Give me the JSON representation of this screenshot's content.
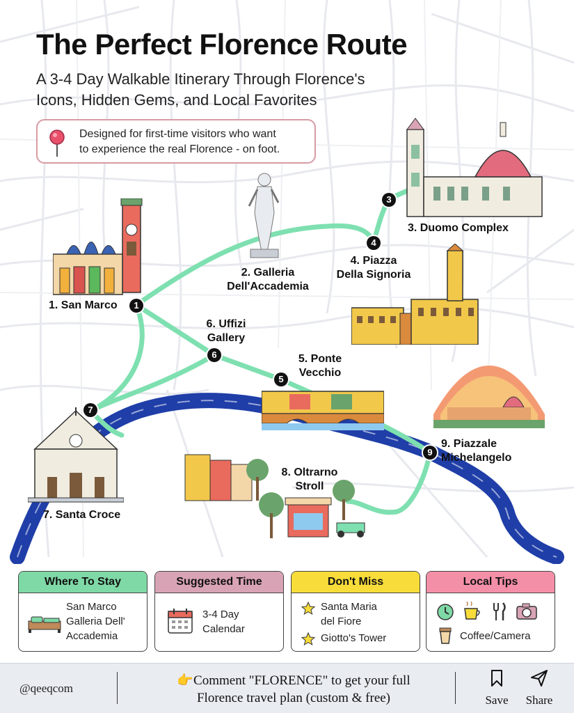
{
  "header": {
    "title": "The Perfect Florence Route",
    "subtitle_line1": "A 3-4 Day Walkable Itinerary Through Florence's",
    "subtitle_line2": "Icons, Hidden Gems, and Local Favorites",
    "note_line1": "Designed for first-time visitors who want",
    "note_line2": "to experience the real Florence - on foot."
  },
  "stops": [
    {
      "number": "1",
      "label_line1": "1. San Marco",
      "label_line2": ""
    },
    {
      "number": "2",
      "label_line1": "2. Galleria",
      "label_line2": "Dell'Accademia"
    },
    {
      "number": "3",
      "label_line1": "3. Duomo Complex",
      "label_line2": ""
    },
    {
      "number": "4",
      "label_line1": "4. Piazza",
      "label_line2": "Della Signoria"
    },
    {
      "number": "5",
      "label_line1": "5. Ponte",
      "label_line2": "Vecchio"
    },
    {
      "number": "6",
      "label_line1": "6. Uffizi",
      "label_line2": "Gallery"
    },
    {
      "number": "7",
      "label_line1": "7. Santa Croce",
      "label_line2": ""
    },
    {
      "number": "8",
      "label_line1": "8. Oltrarno",
      "label_line2": "Stroll"
    },
    {
      "number": "9",
      "label_line1": "9. Piazzale",
      "label_line2": "Michelangelo"
    }
  ],
  "cards": {
    "stay": {
      "title": "Where To Stay",
      "line1": "San Marco",
      "line2": "Galleria Dell'",
      "line3": "Accademia",
      "color": "#7fd9a6"
    },
    "time": {
      "title": "Suggested Time",
      "line1": "3-4 Day",
      "line2": "Calendar",
      "color": "#d9a3b6"
    },
    "miss": {
      "title": "Don't Miss",
      "item1_line1": "Santa Maria",
      "item1_line2": "del Fiore",
      "item2": "Giotto's Tower",
      "color": "#f7dc3a"
    },
    "tips": {
      "title": "Local Tips",
      "line1": "Coffee/Camera",
      "color": "#f48fa8"
    }
  },
  "footer": {
    "handle": "@qeeqcom",
    "cta_line1": "👉Comment \"FLORENCE\" to get your full",
    "cta_line2": "Florence travel plan (custom & free)",
    "save_label": "Save",
    "share_label": "Share"
  },
  "icons": {
    "note": "map-pin-icon",
    "stay": "bed-icon",
    "time": "calendar-icon",
    "miss": "star-icon",
    "tips": [
      "clock-icon",
      "coffee-icon",
      "utensils-icon",
      "camera-icon",
      "cup-icon"
    ],
    "save": "bookmark-icon",
    "share": "send-icon"
  },
  "colors": {
    "route": "#7ee0b0",
    "river": "#1f3ea8",
    "marker": "#111111",
    "pin": "#e8506b"
  }
}
